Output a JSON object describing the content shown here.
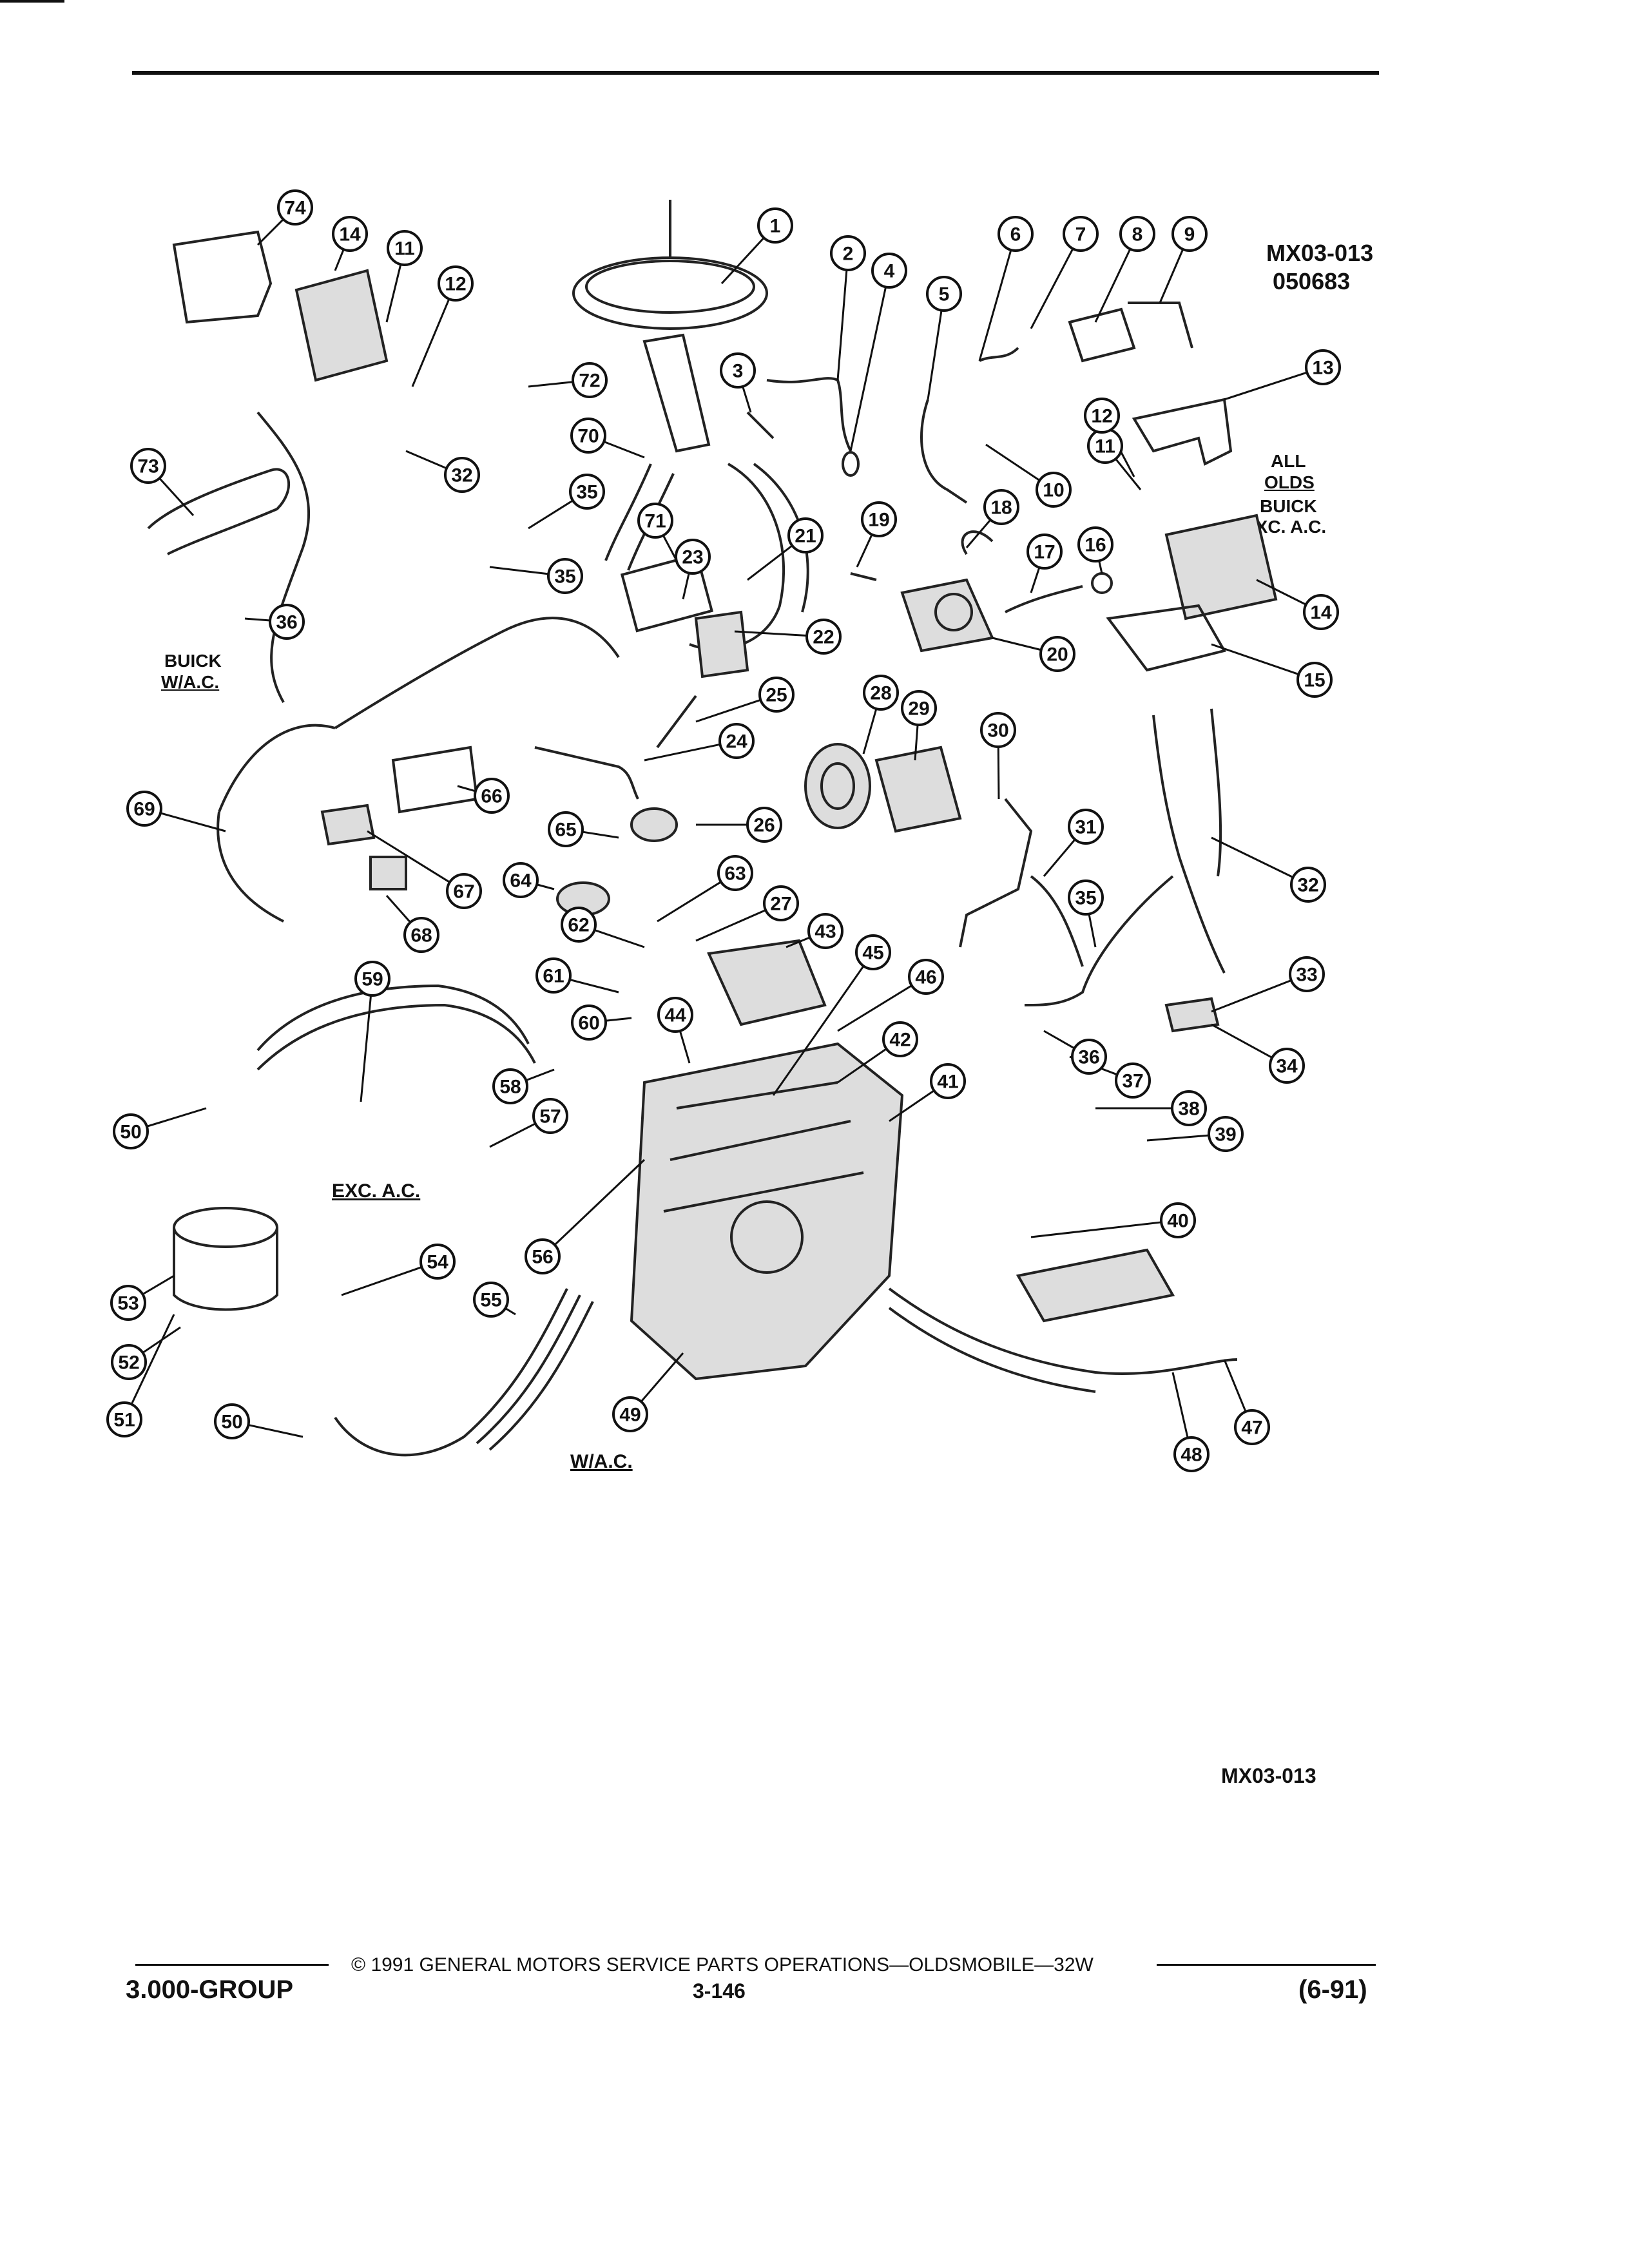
{
  "header": {
    "ref_code": "MX03-013",
    "ref_date": "050683"
  },
  "group_labels": {
    "all_olds_1": "ALL",
    "all_olds_2": "OLDS",
    "buick_exc_1": "BUICK",
    "buick_exc_2": "EXC. A.C.",
    "buick_wac_1": "BUICK",
    "buick_wac_2": "W/A.C.",
    "exc_ac": "EXC. A.C.",
    "w_ac": "W/A.C."
  },
  "bottom_ref": "MX03-013",
  "footer": {
    "copyright": "© 1991 GENERAL MOTORS SERVICE PARTS OPERATIONS—OLDSMOBILE—32W",
    "group": "3.000-GROUP",
    "page": "3-146",
    "date": "(6-91)"
  },
  "callouts": [
    {
      "n": "1"
    },
    {
      "n": "2"
    },
    {
      "n": "3"
    },
    {
      "n": "4"
    },
    {
      "n": "5"
    },
    {
      "n": "6"
    },
    {
      "n": "7"
    },
    {
      "n": "8"
    },
    {
      "n": "9"
    },
    {
      "n": "10"
    },
    {
      "n": "11"
    },
    {
      "n": "11"
    },
    {
      "n": "12"
    },
    {
      "n": "12"
    },
    {
      "n": "13"
    },
    {
      "n": "14"
    },
    {
      "n": "14"
    },
    {
      "n": "15"
    },
    {
      "n": "16"
    },
    {
      "n": "17"
    },
    {
      "n": "18"
    },
    {
      "n": "19"
    },
    {
      "n": "20"
    },
    {
      "n": "21"
    },
    {
      "n": "22"
    },
    {
      "n": "23"
    },
    {
      "n": "24"
    },
    {
      "n": "25"
    },
    {
      "n": "26"
    },
    {
      "n": "27"
    },
    {
      "n": "28"
    },
    {
      "n": "29"
    },
    {
      "n": "30"
    },
    {
      "n": "31"
    },
    {
      "n": "32"
    },
    {
      "n": "32"
    },
    {
      "n": "33"
    },
    {
      "n": "34"
    },
    {
      "n": "35"
    },
    {
      "n": "35"
    },
    {
      "n": "35"
    },
    {
      "n": "36"
    },
    {
      "n": "36"
    },
    {
      "n": "37"
    },
    {
      "n": "38"
    },
    {
      "n": "39"
    },
    {
      "n": "40"
    },
    {
      "n": "41"
    },
    {
      "n": "42"
    },
    {
      "n": "43"
    },
    {
      "n": "44"
    },
    {
      "n": "45"
    },
    {
      "n": "46"
    },
    {
      "n": "47"
    },
    {
      "n": "48"
    },
    {
      "n": "49"
    },
    {
      "n": "50"
    },
    {
      "n": "50"
    },
    {
      "n": "51"
    },
    {
      "n": "52"
    },
    {
      "n": "53"
    },
    {
      "n": "54"
    },
    {
      "n": "55"
    },
    {
      "n": "56"
    },
    {
      "n": "57"
    },
    {
      "n": "58"
    },
    {
      "n": "59"
    },
    {
      "n": "60"
    },
    {
      "n": "61"
    },
    {
      "n": "62"
    },
    {
      "n": "63"
    },
    {
      "n": "64"
    },
    {
      "n": "65"
    },
    {
      "n": "66"
    },
    {
      "n": "67"
    },
    {
      "n": "68"
    },
    {
      "n": "69"
    },
    {
      "n": "70"
    },
    {
      "n": "71"
    },
    {
      "n": "72"
    },
    {
      "n": "73"
    },
    {
      "n": "74"
    }
  ]
}
